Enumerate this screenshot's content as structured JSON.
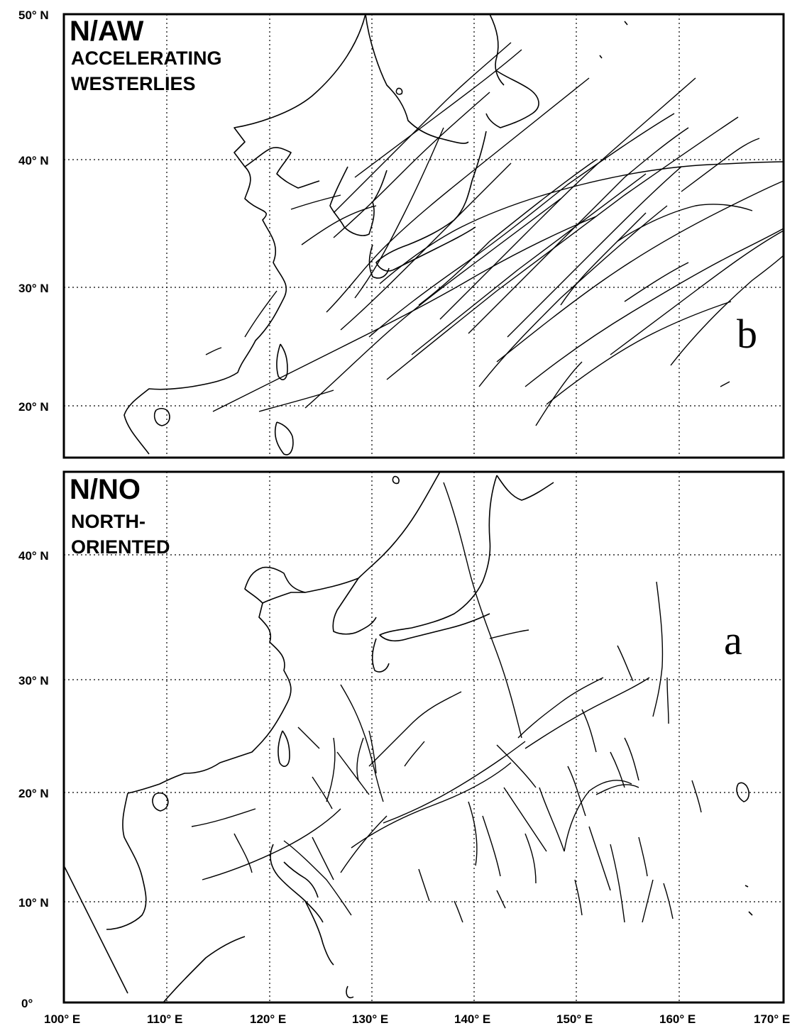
{
  "panel_top": {
    "code": "N/AW",
    "description": [
      "ACCELERATING",
      "WESTERLIES"
    ],
    "letter": "b",
    "lat_labels": [
      "50° N",
      "40° N",
      "30° N",
      "20° N"
    ]
  },
  "panel_bottom": {
    "code": "N/NO",
    "description": [
      "NORTH-",
      "ORIENTED"
    ],
    "letter": "a",
    "lat_labels": [
      "40° N",
      "30° N",
      "20° N",
      "10° N",
      "0°"
    ]
  },
  "lon_labels": [
    "100° E",
    "110° E",
    "120° E",
    "130° E",
    "140° E",
    "150° E",
    "160° E",
    "170° E"
  ]
}
